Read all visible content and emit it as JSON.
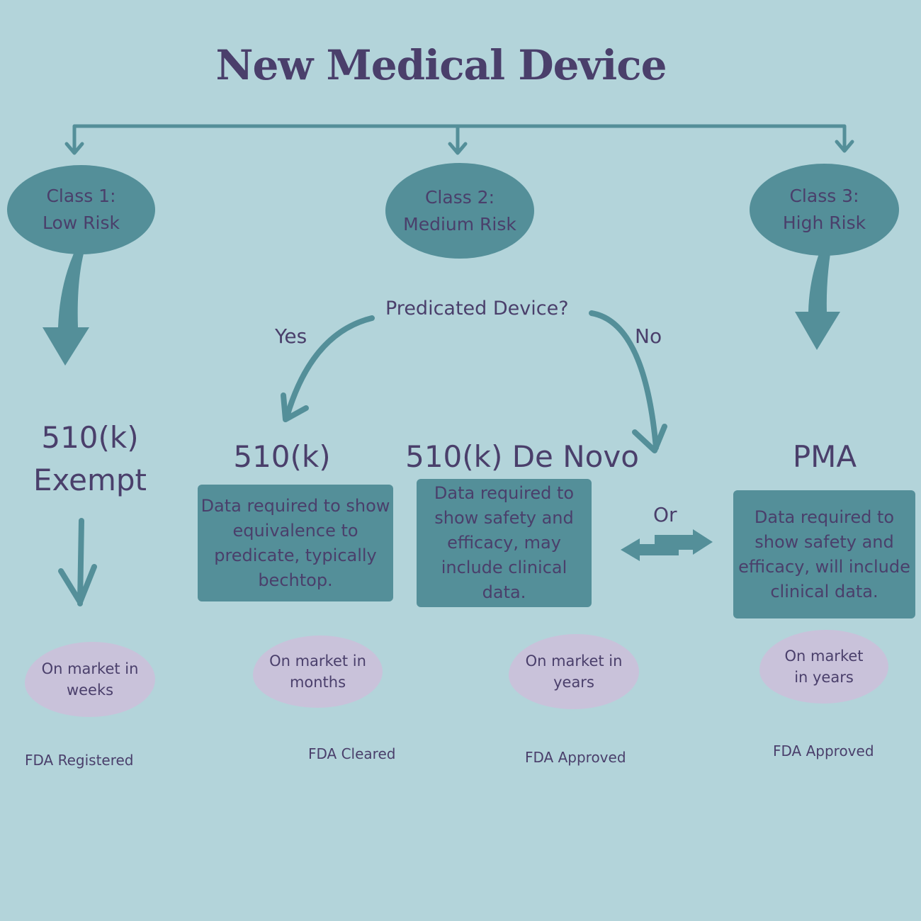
{
  "title": "New Medical Device",
  "classes": [
    {
      "line1": "Class 1:",
      "line2": "Low Risk"
    },
    {
      "line1": "Class 2:",
      "line2": "Medium Risk"
    },
    {
      "line1": "Class 3:",
      "line2": "High Risk"
    }
  ],
  "decision": {
    "question": "Predicated Device?",
    "yes": "Yes",
    "no": "No",
    "or": "Or"
  },
  "pathways": [
    {
      "line1": "510(k)",
      "line2": "Exempt"
    },
    {
      "line1": "510(k)"
    },
    {
      "line1": "510(k) De Novo"
    },
    {
      "line1": "PMA"
    }
  ],
  "requirements": [
    "Data required to show equivalence to predicate, typically bechtop.",
    "Data required to show safety and efficacy, may include clinical data.",
    "Data required to show safety and efficacy, will include clinical data."
  ],
  "timelines": [
    "On market in weeks",
    "On market in months",
    "On market in years",
    "On market in years"
  ],
  "statuses": [
    "FDA Registered",
    "FDA Cleared",
    "FDA Approved",
    "FDA Approved"
  ],
  "colors": {
    "background": "#b3d4da",
    "teal": "#548f99",
    "text": "#4a3f6b",
    "lavender": "#c9c2da"
  }
}
